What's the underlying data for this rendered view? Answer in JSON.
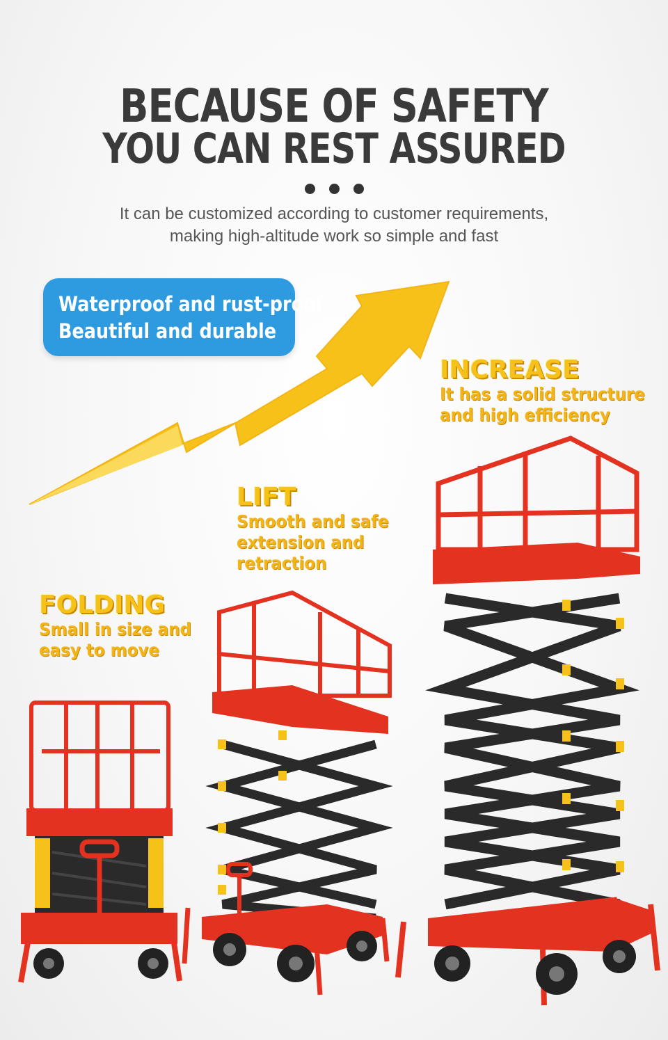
{
  "header": {
    "title_line1": "BECAUSE OF SAFETY",
    "title_line2": "YOU CAN REST ASSURED",
    "subtitle_line1": "It can be customized according to customer requirements,",
    "subtitle_line2": "making high-altitude work so simple and fast"
  },
  "badge": {
    "line1": "Waterproof and rust-proof",
    "line2": "Beautiful and durable",
    "color": "#2e9be0"
  },
  "features": [
    {
      "title": "FOLDING",
      "desc_line1": "Small in size and",
      "desc_line2": "easy to move",
      "desc_line3": ""
    },
    {
      "title": "LIFT",
      "desc_line1": "Smooth and safe",
      "desc_line2": "extension and",
      "desc_line3": "retraction"
    },
    {
      "title": "INCREASE",
      "desc_line1": "It has a solid structure",
      "desc_line2": "and high efficiency",
      "desc_line3": ""
    }
  ],
  "colors": {
    "accent_yellow": "#f6c21a",
    "machine_red": "#e3321f",
    "scissor_black": "#2a2a2a",
    "title_gray": "#3a3a3a"
  },
  "icons": {
    "arrow": "upward-zigzag-arrow-icon"
  }
}
